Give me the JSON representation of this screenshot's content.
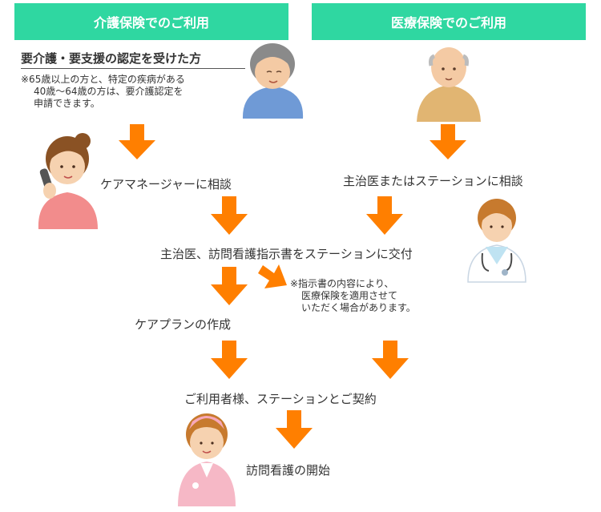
{
  "headers": {
    "left": "介護保険でのご利用",
    "right": "医療保険でのご利用"
  },
  "left_top": {
    "title": "要介護・要支援の認定を受けた方",
    "note_line1": "※65歳以上の方と、特定の疾病がある",
    "note_line2": "40歳〜64歳の方は、要介護認定を",
    "note_line3": "申請できます。"
  },
  "steps": {
    "care_manager": "ケアマネージャーに相談",
    "doctor_consult": "主治医またはステーションに相談",
    "instruction": "主治医、訪問看護指示書をステーションに交付",
    "care_plan": "ケアプランの作成",
    "contract": "ご利用者様、ステーションとご契約",
    "start": "訪問看護の開始"
  },
  "side_note": {
    "line1": "※指示書の内容により、",
    "line2": "医療保険を適用させて",
    "line3": "いただく場合があります。"
  },
  "colors": {
    "header_bg": "#2fd7a1",
    "arrow": "#ff7f00"
  },
  "icons": [
    "elderly-woman-icon",
    "elderly-man-icon",
    "woman-on-phone-icon",
    "doctor-icon",
    "nurse-icon"
  ]
}
